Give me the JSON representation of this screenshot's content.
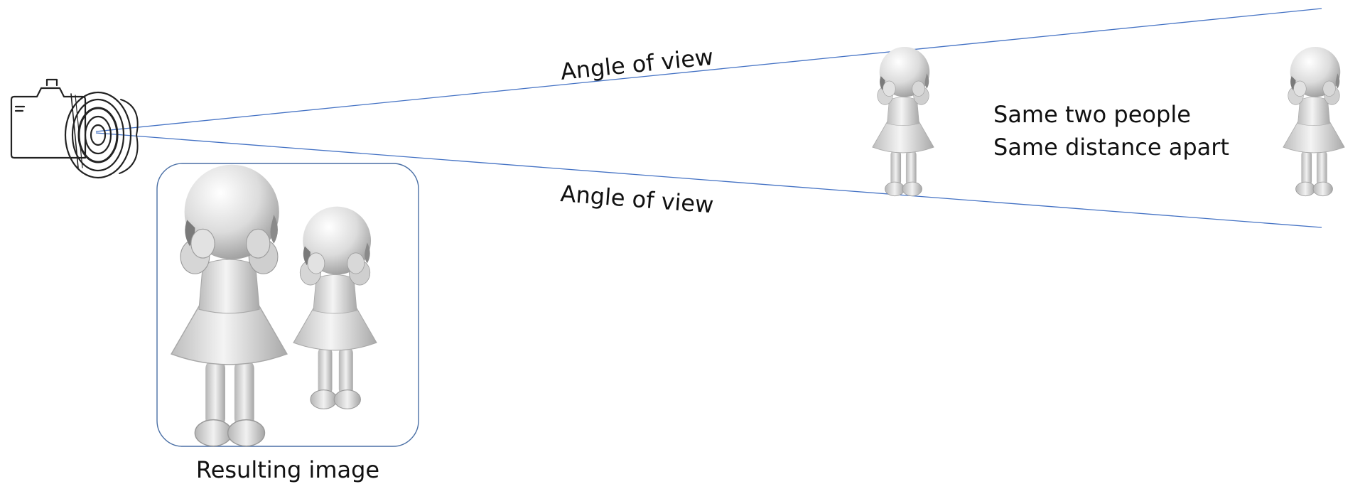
{
  "labels": {
    "angle_top": "Angle of view",
    "angle_bottom": "Angle of view",
    "same_people_line1": "Same two people",
    "same_people_line2": "Same distance apart",
    "resulting_image": "Resulting image"
  },
  "colors": {
    "view_line": "#4472c4",
    "frame_border": "#4a6fa5",
    "figure_light": "#f2f2f2",
    "figure_mid": "#cfcfcf",
    "figure_dark": "#8f8f8f",
    "text": "#111111"
  }
}
